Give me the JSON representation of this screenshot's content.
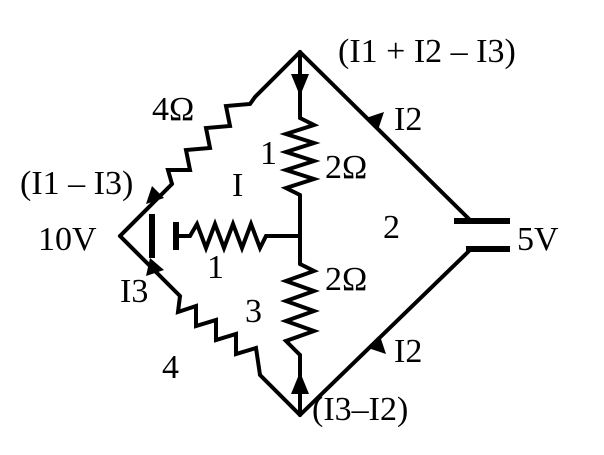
{
  "labels": {
    "top_node_current": "(I1 + I2 – I3)",
    "bottom_node_current": "(I3–I2)",
    "left_upper_current": "(I1 – I3)",
    "left_lower_current": "I3",
    "upper_right_current": "I2",
    "lower_right_current": "I2",
    "res_upper_left": "4Ω",
    "res_upper_mid": "2Ω",
    "res_lower_mid": "2Ω",
    "battery_left": "10V",
    "battery_right": "5V",
    "loop_1_upper": "1",
    "loop_I": "I",
    "loop_1_lower": "1",
    "loop_2": "2",
    "loop_3": "3",
    "loop_4": "4"
  }
}
